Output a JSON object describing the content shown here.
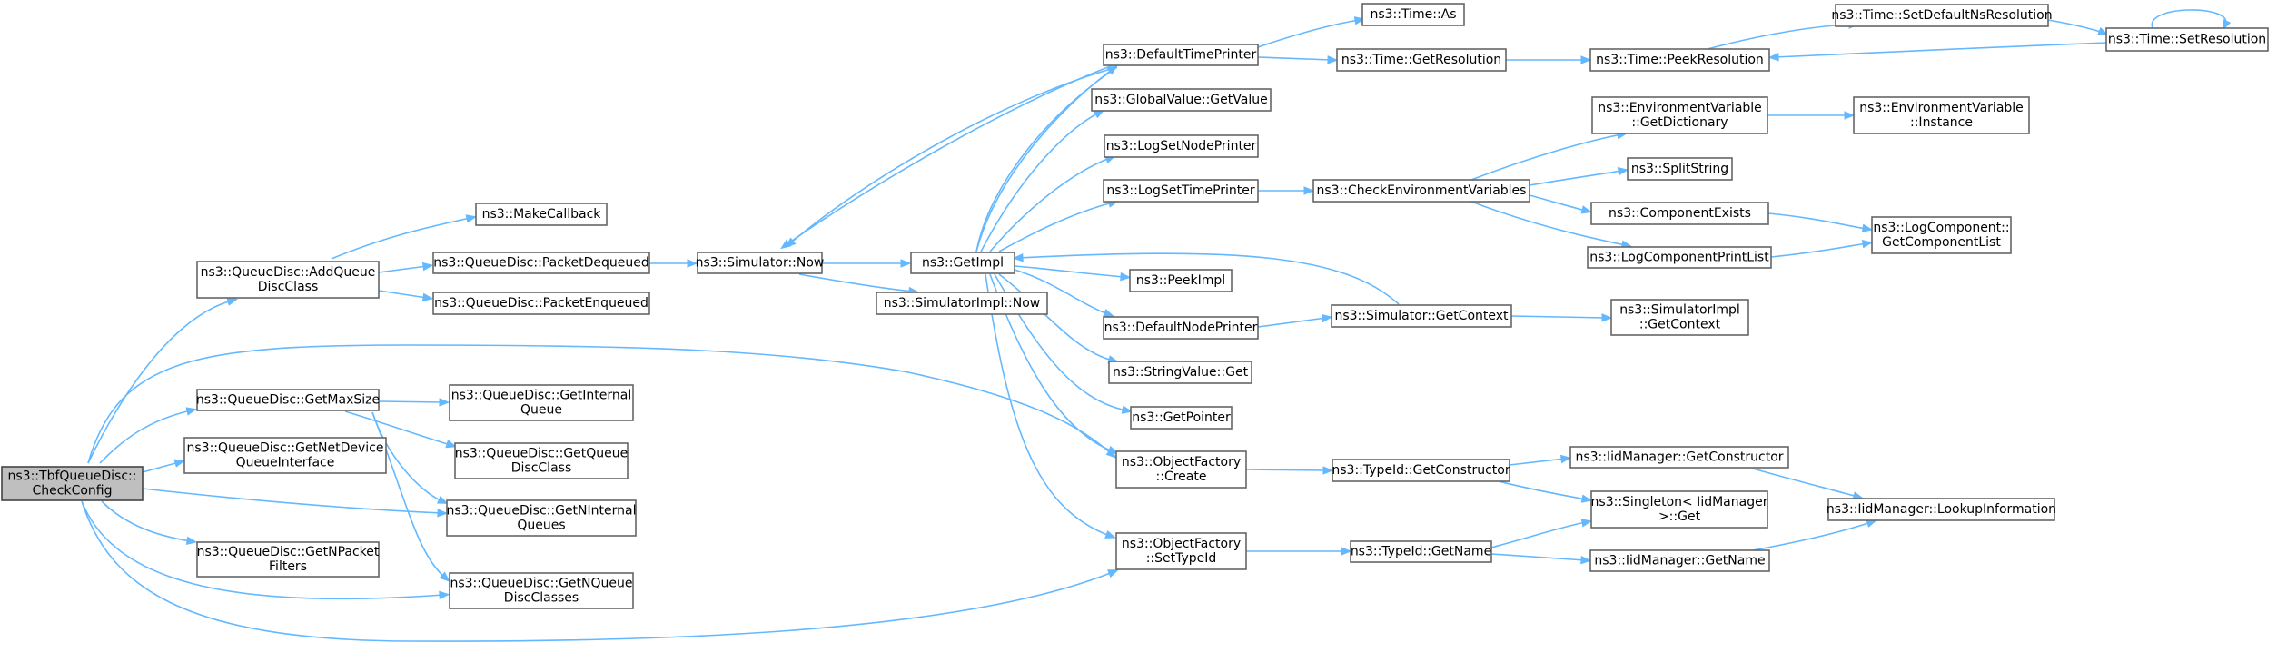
{
  "diagram": {
    "root": "check_config",
    "nodes": [
      {
        "id": "check_config",
        "lines": [
          "ns3::TbfQueueDisc::",
          "CheckConfig"
        ],
        "root": true
      },
      {
        "id": "add_queue_disc_class",
        "lines": [
          "ns3::QueueDisc::AddQueue",
          "DiscClass"
        ]
      },
      {
        "id": "get_max_size",
        "lines": [
          "ns3::QueueDisc::GetMaxSize"
        ]
      },
      {
        "id": "get_net_device_queue_interface",
        "lines": [
          "ns3::QueueDisc::GetNetDevice",
          "QueueInterface"
        ]
      },
      {
        "id": "get_n_packet_filters",
        "lines": [
          "ns3::QueueDisc::GetNPacket",
          "Filters"
        ]
      },
      {
        "id": "make_callback",
        "lines": [
          "ns3::MakeCallback"
        ]
      },
      {
        "id": "packet_dequeued",
        "lines": [
          "ns3::QueueDisc::PacketDequeued"
        ]
      },
      {
        "id": "packet_enqueued",
        "lines": [
          "ns3::QueueDisc::PacketEnqueued"
        ]
      },
      {
        "id": "get_internal_queue",
        "lines": [
          "ns3::QueueDisc::GetInternal",
          "Queue"
        ]
      },
      {
        "id": "get_queue_disc_class",
        "lines": [
          "ns3::QueueDisc::GetQueue",
          "DiscClass"
        ]
      },
      {
        "id": "get_n_internal_queues",
        "lines": [
          "ns3::QueueDisc::GetNInternal",
          "Queues"
        ]
      },
      {
        "id": "get_n_queue_disc_classes",
        "lines": [
          "ns3::QueueDisc::GetNQueue",
          "DiscClasses"
        ]
      },
      {
        "id": "simulator_now",
        "lines": [
          "ns3::Simulator::Now"
        ]
      },
      {
        "id": "simulator_impl_now",
        "lines": [
          "ns3::SimulatorImpl::Now"
        ]
      },
      {
        "id": "get_impl",
        "lines": [
          "ns3::GetImpl"
        ]
      },
      {
        "id": "default_time_printer",
        "lines": [
          "ns3::DefaultTimePrinter"
        ]
      },
      {
        "id": "global_value_get_value",
        "lines": [
          "ns3::GlobalValue::GetValue"
        ]
      },
      {
        "id": "log_set_node_printer",
        "lines": [
          "ns3::LogSetNodePrinter"
        ]
      },
      {
        "id": "log_set_time_printer",
        "lines": [
          "ns3::LogSetTimePrinter"
        ]
      },
      {
        "id": "peek_impl",
        "lines": [
          "ns3::PeekImpl"
        ]
      },
      {
        "id": "default_node_printer",
        "lines": [
          "ns3::DefaultNodePrinter"
        ]
      },
      {
        "id": "string_value_get",
        "lines": [
          "ns3::StringValue::Get"
        ]
      },
      {
        "id": "get_pointer",
        "lines": [
          "ns3::GetPointer"
        ]
      },
      {
        "id": "object_factory_create",
        "lines": [
          "ns3::ObjectFactory",
          "::Create"
        ]
      },
      {
        "id": "object_factory_set_type_id",
        "lines": [
          "ns3::ObjectFactory",
          "::SetTypeId"
        ]
      },
      {
        "id": "time_as",
        "lines": [
          "ns3::Time::As"
        ]
      },
      {
        "id": "time_get_resolution",
        "lines": [
          "ns3::Time::GetResolution"
        ]
      },
      {
        "id": "check_environment_variables",
        "lines": [
          "ns3::CheckEnvironmentVariables"
        ]
      },
      {
        "id": "simulator_get_context",
        "lines": [
          "ns3::Simulator::GetContext"
        ]
      },
      {
        "id": "type_id_get_constructor",
        "lines": [
          "ns3::TypeId::GetConstructor"
        ]
      },
      {
        "id": "type_id_get_name",
        "lines": [
          "ns3::TypeId::GetName"
        ]
      },
      {
        "id": "time_peek_resolution",
        "lines": [
          "ns3::Time::PeekResolution"
        ]
      },
      {
        "id": "env_get_dictionary",
        "lines": [
          "ns3::EnvironmentVariable",
          "::GetDictionary"
        ]
      },
      {
        "id": "split_string",
        "lines": [
          "ns3::SplitString"
        ]
      },
      {
        "id": "component_exists",
        "lines": [
          "ns3::ComponentExists"
        ]
      },
      {
        "id": "log_component_print_list",
        "lines": [
          "ns3::LogComponentPrintList"
        ]
      },
      {
        "id": "simulator_impl_get_context",
        "lines": [
          "ns3::SimulatorImpl",
          "::GetContext"
        ]
      },
      {
        "id": "iid_manager_get_constructor",
        "lines": [
          "ns3::IidManager::GetConstructor"
        ]
      },
      {
        "id": "singleton_get",
        "lines": [
          "ns3::Singleton< IidManager",
          ">::Get"
        ]
      },
      {
        "id": "iid_manager_get_name",
        "lines": [
          "ns3::IidManager::GetName"
        ]
      },
      {
        "id": "time_set_default_ns_resolution",
        "lines": [
          "ns3::Time::SetDefaultNsResolution"
        ]
      },
      {
        "id": "time_set_resolution",
        "lines": [
          "ns3::Time::SetResolution"
        ]
      },
      {
        "id": "env_instance",
        "lines": [
          "ns3::EnvironmentVariable",
          "::Instance"
        ]
      },
      {
        "id": "log_component_get_component_list",
        "lines": [
          "ns3::LogComponent::",
          "GetComponentList"
        ]
      },
      {
        "id": "iid_manager_lookup_information",
        "lines": [
          "ns3::IidManager::LookupInformation"
        ]
      }
    ],
    "edges": [
      [
        "check_config",
        "add_queue_disc_class"
      ],
      [
        "check_config",
        "get_max_size"
      ],
      [
        "check_config",
        "get_net_device_queue_interface"
      ],
      [
        "check_config",
        "get_n_packet_filters"
      ],
      [
        "check_config",
        "get_n_internal_queues"
      ],
      [
        "check_config",
        "get_n_queue_disc_classes"
      ],
      [
        "check_config",
        "object_factory_create"
      ],
      [
        "check_config",
        "object_factory_set_type_id"
      ],
      [
        "add_queue_disc_class",
        "make_callback"
      ],
      [
        "add_queue_disc_class",
        "packet_dequeued"
      ],
      [
        "add_queue_disc_class",
        "packet_enqueued"
      ],
      [
        "packet_dequeued",
        "simulator_now"
      ],
      [
        "get_max_size",
        "get_internal_queue"
      ],
      [
        "get_max_size",
        "get_queue_disc_class"
      ],
      [
        "get_max_size",
        "get_n_internal_queues"
      ],
      [
        "get_max_size",
        "get_n_queue_disc_classes"
      ],
      [
        "simulator_now",
        "get_impl"
      ],
      [
        "simulator_now",
        "simulator_impl_now"
      ],
      [
        "get_impl",
        "simulator_now"
      ],
      [
        "get_impl",
        "default_time_printer"
      ],
      [
        "get_impl",
        "global_value_get_value"
      ],
      [
        "get_impl",
        "log_set_node_printer"
      ],
      [
        "get_impl",
        "log_set_time_printer"
      ],
      [
        "get_impl",
        "peek_impl"
      ],
      [
        "get_impl",
        "default_node_printer"
      ],
      [
        "get_impl",
        "string_value_get"
      ],
      [
        "get_impl",
        "get_pointer"
      ],
      [
        "get_impl",
        "object_factory_create"
      ],
      [
        "get_impl",
        "object_factory_set_type_id"
      ],
      [
        "default_time_printer",
        "simulator_now"
      ],
      [
        "default_time_printer",
        "time_as"
      ],
      [
        "default_time_printer",
        "time_get_resolution"
      ],
      [
        "log_set_time_printer",
        "check_environment_variables"
      ],
      [
        "default_node_printer",
        "simulator_get_context"
      ],
      [
        "simulator_get_context",
        "get_impl"
      ],
      [
        "simulator_get_context",
        "simulator_impl_get_context"
      ],
      [
        "object_factory_create",
        "type_id_get_constructor"
      ],
      [
        "object_factory_set_type_id",
        "type_id_get_name"
      ],
      [
        "time_get_resolution",
        "time_peek_resolution"
      ],
      [
        "check_environment_variables",
        "env_get_dictionary"
      ],
      [
        "check_environment_variables",
        "split_string"
      ],
      [
        "check_environment_variables",
        "component_exists"
      ],
      [
        "check_environment_variables",
        "log_component_print_list"
      ],
      [
        "type_id_get_constructor",
        "iid_manager_get_constructor"
      ],
      [
        "type_id_get_constructor",
        "singleton_get"
      ],
      [
        "type_id_get_name",
        "singleton_get"
      ],
      [
        "type_id_get_name",
        "iid_manager_get_name"
      ],
      [
        "time_peek_resolution",
        "time_set_default_ns_resolution"
      ],
      [
        "time_set_default_ns_resolution",
        "time_set_resolution"
      ],
      [
        "time_set_resolution",
        "time_peek_resolution"
      ],
      [
        "time_set_resolution",
        "time_set_resolution"
      ],
      [
        "env_get_dictionary",
        "env_instance"
      ],
      [
        "component_exists",
        "log_component_get_component_list"
      ],
      [
        "log_component_print_list",
        "log_component_get_component_list"
      ],
      [
        "iid_manager_get_constructor",
        "iid_manager_lookup_information"
      ],
      [
        "iid_manager_get_name",
        "iid_manager_lookup_information"
      ]
    ],
    "colors": {
      "edge": "#63b8ff",
      "node_border": "#666666",
      "root_fill": "#bfbfbf",
      "node_fill": "#ffffff"
    }
  }
}
